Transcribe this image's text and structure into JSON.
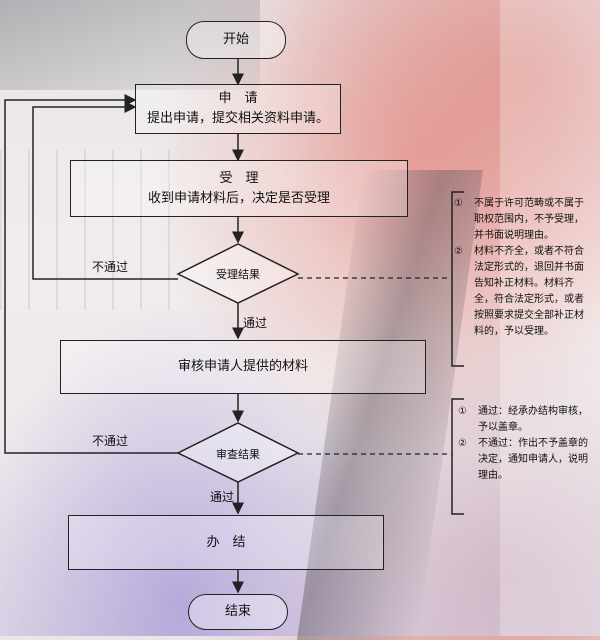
{
  "start": "开始",
  "apply": {
    "title": "申　请",
    "desc": "提出申请，提交相关资料申请。"
  },
  "accept": {
    "title": "受　理",
    "desc": "收到申请材料后，决定是否受理"
  },
  "accept_result": "受理结果",
  "review": "审核申请人提供的材料",
  "review_result": "审查结果",
  "finish": "办　结",
  "end": "结束",
  "labels": {
    "not_pass_1": "不通过",
    "pass_1": "通过",
    "not_pass_2": "不通过",
    "pass_2": "通过"
  },
  "note_accept": [
    {
      "num": "①",
      "text": "不属于许可范畴或不属于职权范围内，不予受理，并书面说明理由。"
    },
    {
      "num": "②",
      "text": "材料不齐全，或者不符合法定形式的，退回并书面告知补正材料。材料齐全，符合法定形式，或者按照要求提交全部补正材料的，予以受理。"
    }
  ],
  "note_review": [
    {
      "num": "①",
      "text": "通过：经承办结构审核，予以盖章。"
    },
    {
      "num": "②",
      "text": "不通过：作出不予盖章的决定，通知申请人，说明理由。"
    }
  ]
}
